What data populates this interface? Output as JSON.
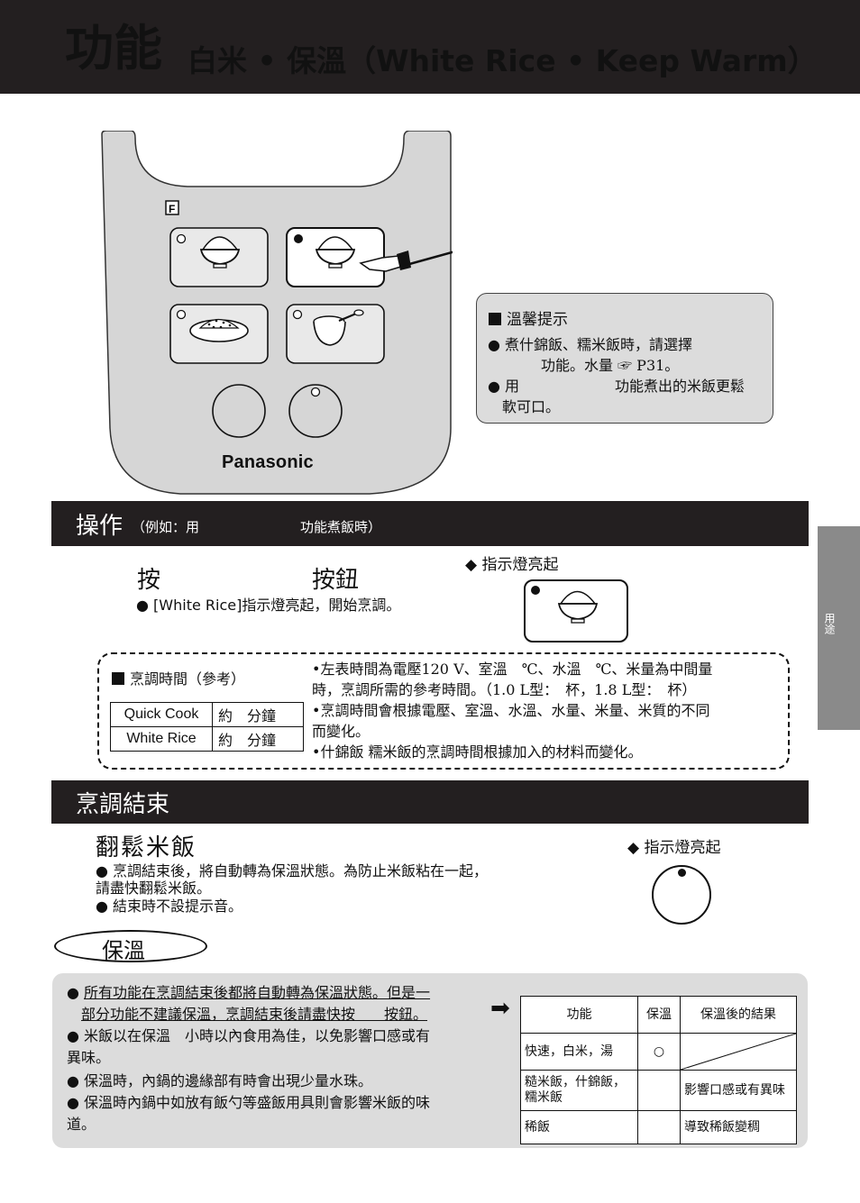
{
  "header": {
    "title_main": "功能",
    "title_sub": "白米 • 保溫（White Rice • Keep Warm）"
  },
  "panel": {
    "brand": "Panasonic",
    "f_icon": "F"
  },
  "tips": {
    "title": "溫馨提示",
    "line1": "● 煮什錦飯、糯米飯時，請選擇",
    "line2": "功能。水量 ☞ P31。",
    "line3a": "● 用",
    "line3b": "功能煮出的米飯更鬆",
    "line4": "軟可口。"
  },
  "operation": {
    "title": "操作",
    "note": "（例如：用",
    "note2": "功能煮飯時）",
    "press": "按",
    "button": "按鈕",
    "indicator_label": "◆ 指示燈亮起",
    "bullet": "● [White Rice]指示燈亮起，開始烹調。"
  },
  "cook_time": {
    "title": "烹調時間（參考）",
    "rows": [
      {
        "label": "Quick Cook",
        "value": "約　分鐘"
      },
      {
        "label": "White Rice",
        "value": "約　分鐘"
      }
    ],
    "notes": [
      "•左表時間為電壓120 V、室溫　℃、水溫　℃、米量為中間量",
      "  時，烹調所需的參考時間。（1.0 L型：　杯，1.8 L型：　杯）",
      "•烹調時間會根據電壓、室溫、水溫、水量、米量、米質的不同",
      "  而變化。",
      "•什錦飯 糯米飯的烹調時間根據加入的材料而變化。"
    ]
  },
  "finish": {
    "title": "烹調結束",
    "fluff_title": "翻鬆米飯",
    "indicator_label": "◆ 指示燈亮起",
    "bullets": [
      "● 烹調結束後，將自動轉為保溫狀態。為防止米飯粘在一起，",
      "   請盡快翻鬆米飯。",
      "● 結束時不設提示音。"
    ]
  },
  "keep_warm": {
    "label": "保溫",
    "line1": "所有功能在烹調結束後都將自動轉為保溫狀態。但是一",
    "line2": "部分功能不建議保溫，烹調結束後請盡快按　　按鈕。",
    "bullets": [
      "● 米飯以在保溫　小時以內食用為佳，以免影響口感或有",
      "   異味。",
      "● 保溫時，內鍋的邊緣部有時會出現少量水珠。",
      "● 保溫時內鍋中如放有飯勺等盛飯用具則會影響米飯的味",
      "   道。"
    ],
    "arrow": "➡",
    "table": {
      "headers": [
        "功能",
        "保溫",
        "保溫後的結果"
      ],
      "rows": [
        {
          "func": "快速，白米，湯",
          "warm": "○",
          "result": ""
        },
        {
          "func": "糙米飯，什錦飯，糯米飯",
          "warm": "",
          "result": "影響口感或有異味"
        },
        {
          "func": "稀飯",
          "warm": "",
          "result": "導致稀飯變稠"
        }
      ]
    }
  },
  "side_tab": {
    "label": "用途"
  }
}
